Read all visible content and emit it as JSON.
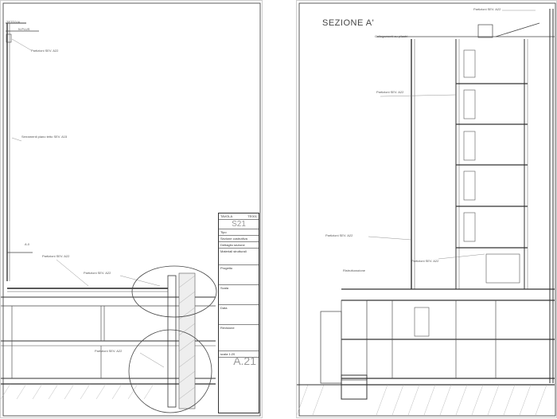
{
  "left_sheet": {
    "labels": {
      "top1": "TETTO N.",
      "top2": "N.PLUS",
      "partition1": "Partizioni SEV. A22",
      "wall_label": "Serramenti piano tetto SEV. A15",
      "mark1": "A.0",
      "partition2": "Partizioni SEV. A22",
      "partition3": "Partizioni SEV. A22",
      "partition4": "Partizioni SEV. A22"
    },
    "title_block": {
      "header": "TAVOLA",
      "header_val": "TE001",
      "sheet_code": "S21",
      "rows": [
        "Tipo",
        "Sezione costruttiva",
        "Dettaglio sezione",
        "Materiali strutturali",
        "Progetto",
        "Scala",
        "Data",
        "Revisione"
      ],
      "footer": "scala 1:20",
      "drawing_no": "A.21"
    }
  },
  "right_sheet": {
    "title": "SEZIONE  A'",
    "labels": {
      "top": "Partizioni SEV. A22",
      "partition1": "Partizioni SEV. A22",
      "partition2": "Partizioni SEV. A22",
      "partition3": "Partizioni SEV. A22",
      "note": "Ristrutturazione",
      "roof_note": "Collegamenti su pilastri"
    }
  }
}
